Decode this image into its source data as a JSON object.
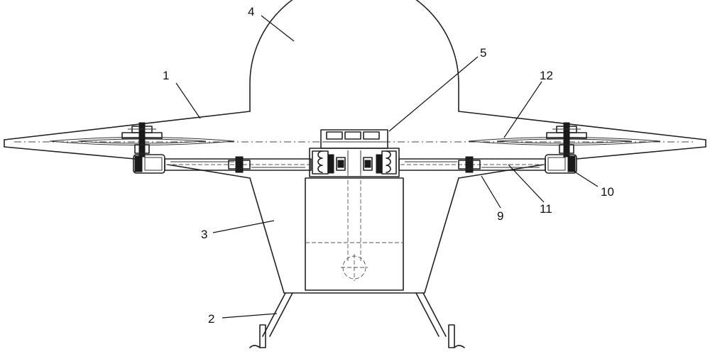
{
  "diagram": {
    "labels": [
      {
        "id": "1",
        "text": "1"
      },
      {
        "id": "2",
        "text": "2"
      },
      {
        "id": "3",
        "text": "3"
      },
      {
        "id": "4",
        "text": "4"
      },
      {
        "id": "5",
        "text": "5"
      },
      {
        "id": "9",
        "text": "9"
      },
      {
        "id": "10",
        "text": "10"
      },
      {
        "id": "11",
        "text": "11"
      },
      {
        "id": "12",
        "text": "12"
      }
    ]
  }
}
